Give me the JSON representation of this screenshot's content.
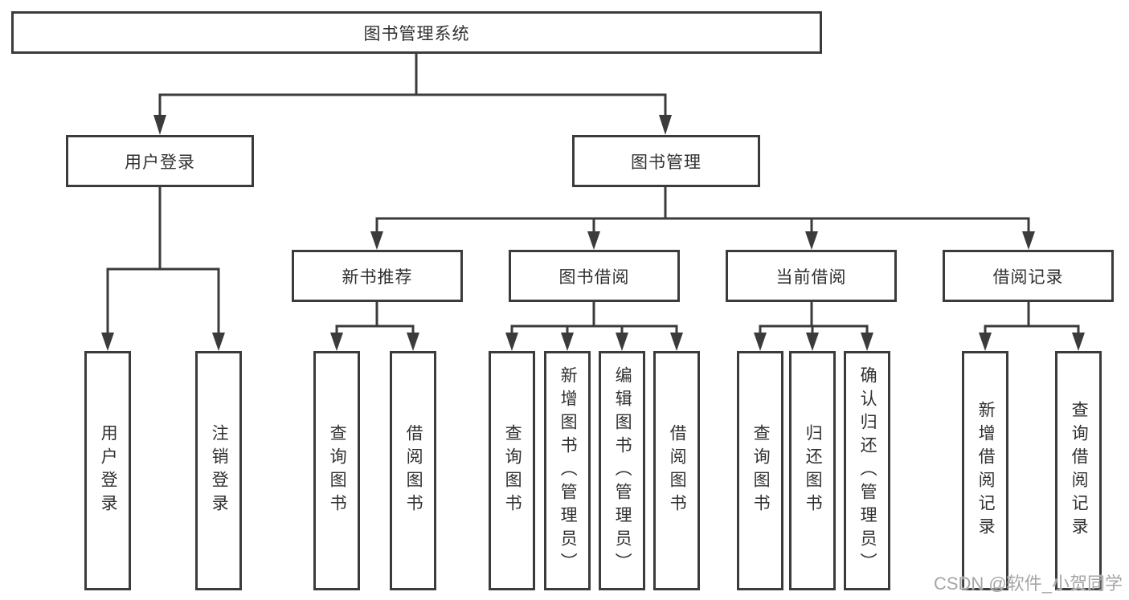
{
  "tree": {
    "label": "图书管理系统",
    "children": [
      {
        "label": "用户登录",
        "children": [
          {
            "label": "用户登录"
          },
          {
            "label": "注销登录"
          }
        ]
      },
      {
        "label": "图书管理",
        "children": [
          {
            "label": "新书推荐",
            "children": [
              {
                "label": "查询图书"
              },
              {
                "label": "借阅图书"
              }
            ]
          },
          {
            "label": "图书借阅",
            "children": [
              {
                "label": "查询图书"
              },
              {
                "label": "新增图书（管理员）"
              },
              {
                "label": "编辑图书（管理员）"
              },
              {
                "label": "借阅图书"
              }
            ]
          },
          {
            "label": "当前借阅",
            "children": [
              {
                "label": "查询图书"
              },
              {
                "label": "归还图书"
              },
              {
                "label": "确认归还（管理员）"
              }
            ]
          },
          {
            "label": "借阅记录",
            "children": [
              {
                "label": "新增借阅记录"
              },
              {
                "label": "查询借阅记录"
              }
            ]
          }
        ]
      }
    ]
  },
  "watermark": "CSDN @软件_小贺同学",
  "colors": {
    "line": "#3b3b3b",
    "box_border": "#3b3b3b",
    "text": "#303030",
    "watermark": "#a6a6a6",
    "background": "#ffffff"
  }
}
